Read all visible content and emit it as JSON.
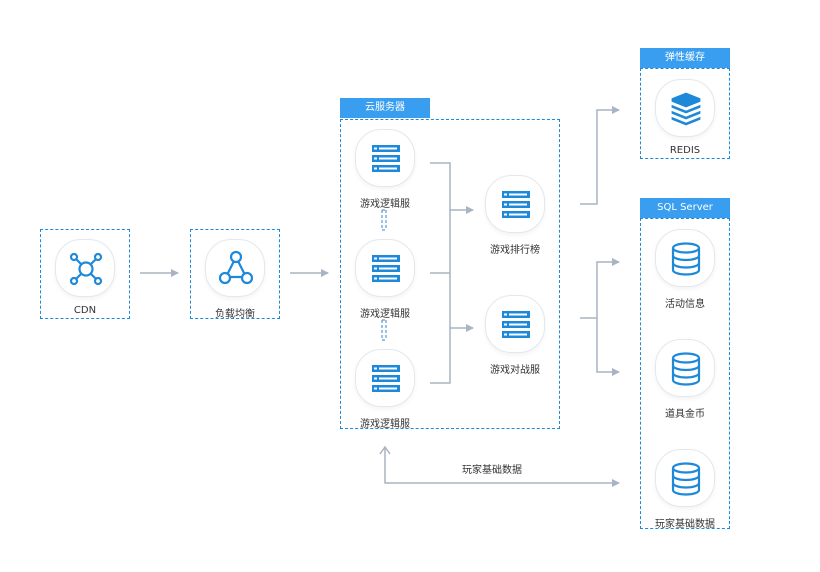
{
  "colors": {
    "accent": "#1e88d9",
    "title_bg": "#3a9ef0",
    "line": "#a9b4c2"
  },
  "nodes": {
    "cdn": "CDN",
    "lb": "负载均衡",
    "logic1": "游戏逻辑服",
    "logic2": "游戏逻辑服",
    "logic3": "游戏逻辑服",
    "rank": "游戏排行榜",
    "battle": "游戏对战服",
    "redis": "REDIS",
    "activity": "活动信息",
    "items": "道具金币",
    "player": "玩家基础数据"
  },
  "groups": {
    "cloud": "云服务器",
    "cache": "弹性缓存",
    "sql": "SQL Server"
  },
  "edges": {
    "player_data": "玩家基础数据"
  },
  "icons": {
    "cdn": "network-hub-icon",
    "lb": "load-balancer-icon",
    "server": "server-rack-icon",
    "redis": "stacked-layers-icon",
    "db": "database-icon"
  }
}
